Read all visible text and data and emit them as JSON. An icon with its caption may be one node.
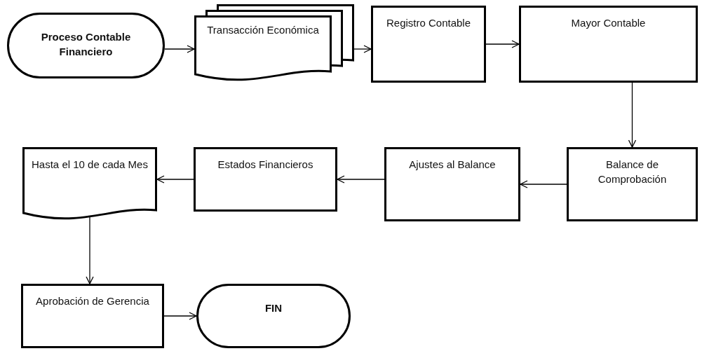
{
  "diagram": {
    "nodes": [
      {
        "text": [
          "Proceso Contable Financiero"
        ]
      },
      {
        "text": [
          "Transacción Económica"
        ]
      },
      {
        "text": [
          "Registro Contable"
        ]
      },
      {
        "text": [
          "Mayor Contable"
        ]
      },
      {
        "text": [
          "Balance de Comprobación"
        ]
      },
      {
        "text": [
          "Ajustes al Balance"
        ]
      },
      {
        "text": [
          "Estados Financieros"
        ]
      },
      {
        "text": [
          "Hasta el 10 de cada Mes"
        ]
      },
      {
        "text": [
          "Aprobación de Gerencia"
        ]
      },
      {
        "text": [
          "FIN"
        ]
      }
    ],
    "edges": [
      {
        "from": 0,
        "to": 1,
        "arrow": "to"
      },
      {
        "from": 1,
        "to": 2,
        "arrow": "to"
      },
      {
        "from": 2,
        "to": 3,
        "arrow": "to"
      },
      {
        "from": 3,
        "to": 4,
        "arrow": "to"
      },
      {
        "from": 4,
        "to": 5,
        "arrow": "to"
      },
      {
        "from": 5,
        "to": 6,
        "arrow": "to"
      },
      {
        "from": 6,
        "to": 7,
        "arrow": "to"
      },
      {
        "from": 7,
        "to": 8,
        "arrow": "to"
      },
      {
        "from": 8,
        "to": 9,
        "arrow": "to"
      }
    ]
  }
}
